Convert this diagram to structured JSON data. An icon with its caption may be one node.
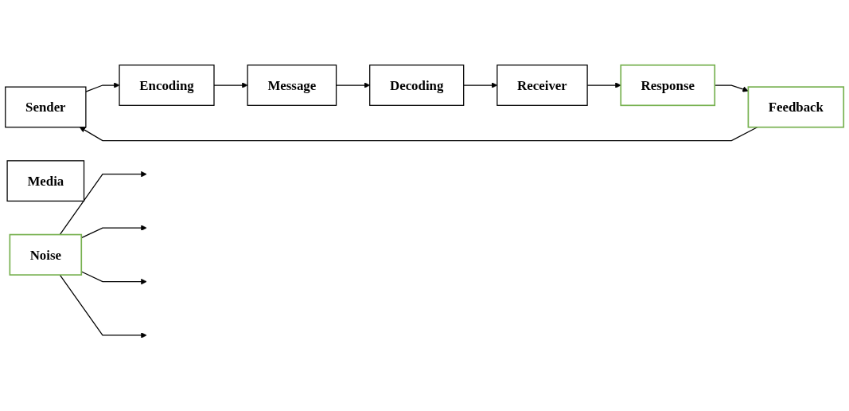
{
  "diagram": {
    "nodes": [
      {
        "text": [
          "Sender"
        ]
      },
      {
        "text": [
          "Encoding"
        ]
      },
      {
        "text": [
          "Message"
        ]
      },
      {
        "text": [
          "Decoding"
        ]
      },
      {
        "text": [
          "Receiver"
        ]
      },
      {
        "text": [
          "Media"
        ]
      },
      {
        "text": [
          "Noise"
        ]
      },
      {
        "text": [
          "Response"
        ]
      },
      {
        "text": [
          "Feedback"
        ]
      }
    ],
    "edges": [
      {
        "from": 0,
        "to": 1,
        "arrow": "to"
      },
      {
        "from": 1,
        "to": 2,
        "arrow": "to"
      },
      {
        "from": 2,
        "to": 3,
        "arrow": "to"
      },
      {
        "from": 3,
        "to": 4,
        "arrow": "to"
      },
      {
        "from": 4,
        "to": 7,
        "arrow": "to"
      },
      {
        "from": 7,
        "to": 8,
        "arrow": "to"
      },
      {
        "from": 8,
        "to": 0,
        "arrow": "to"
      },
      {
        "from": 6,
        "to": null,
        "arrow": "to"
      },
      {
        "from": 6,
        "to": null,
        "arrow": "to"
      },
      {
        "from": 6,
        "to": null,
        "arrow": "to"
      },
      {
        "from": 6,
        "to": null,
        "arrow": "to"
      }
    ]
  }
}
